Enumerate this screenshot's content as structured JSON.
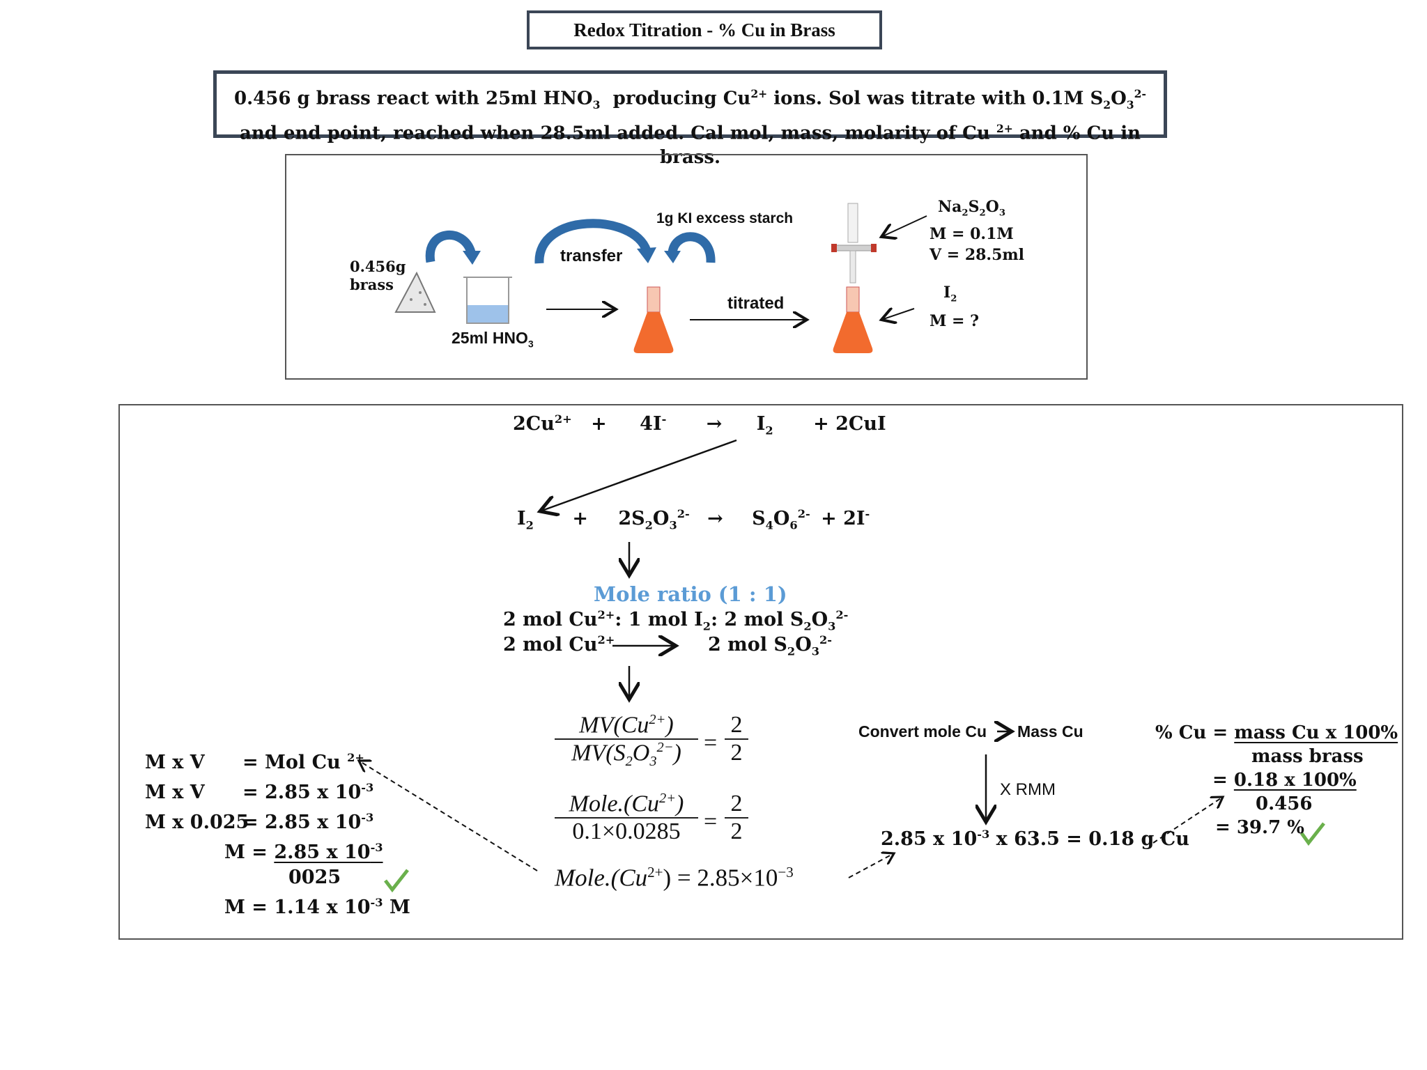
{
  "title": "Redox Titration - % Cu in Brass",
  "problem": {
    "line1_a": "0.456 g brass react with 25ml HNO",
    "line1_sub": "3",
    "line1_b": "producing Cu",
    "line1_sup": "2+",
    "line1_c": "ions. Sol was titrate with 0.1M S",
    "line1_sub2": "2",
    "line1_d": "O",
    "line1_sub3": "3",
    "line1_sup2": "2-",
    "line2_a": "and end point, reached when 28.5ml added. Cal mol, mass, molarity of Cu",
    "line2_sup": "2+",
    "line2_b": "and % Cu  in brass."
  },
  "diagram": {
    "brass_mass": "0.456g",
    "brass_label": "brass",
    "acid": "25ml HNO",
    "acid_sub": "3",
    "transfer": "transfer",
    "ki": "1g KI excess starch",
    "titrated": "titrated",
    "titrant_a": "Na",
    "titrant_s1": "2",
    "titrant_b": "S",
    "titrant_s2": "2",
    "titrant_c": "O",
    "titrant_s3": "3",
    "titrant_m": "M = 0.1M",
    "titrant_v": "V  = 28.5ml",
    "flask_i": "I",
    "flask_i_sub": "2",
    "flask_m": "M = ?"
  },
  "reactions": {
    "r1_cu": "2Cu",
    "r1_cu_sup": "2+",
    "plus": "+",
    "r1_i": "4I",
    "r1_i_sup": "-",
    "arrow": "→",
    "r1_i2": "I",
    "r1_i2_sub": "2",
    "r1_cui": "+ 2CuI",
    "r2_i2": "I",
    "r2_i2_sub": "2",
    "r2_s": "2S",
    "r2_s_sub1": "2",
    "r2_o": "O",
    "r2_o_sub": "3",
    "r2_o_sup": "2-",
    "r2_p1": "S",
    "r2_p1_sub1": "4",
    "r2_p1_o": "O",
    "r2_p1_sub2": "6",
    "r2_p1_sup": "2-",
    "r2_p2": "+ 2I",
    "r2_p2_sup": "-"
  },
  "mole_ratio": {
    "heading": "Mole ratio (1 : 1)",
    "line1_a": "2 mol Cu",
    "line1_sup": "2+",
    "line1_b": ": 1 mol I",
    "line1_sub": "2",
    "line1_c": ": 2 mol S",
    "line1_sub2": "2",
    "line1_d": "O",
    "line1_sub3": "3",
    "line1_sup2": "2-",
    "line2_a": "2 mol Cu",
    "line2_sup": "2+",
    "line2_b": "2 mol S",
    "line2_sub": "2",
    "line2_c": "O",
    "line2_sub2": "3",
    "line2_sup2": "2-"
  },
  "formulas": {
    "f1_num": "MV(Cu",
    "f1_num_sup": "2+",
    "f1_den": "MV(S",
    "f1_den_sub": "2",
    "f1_den_o": "O",
    "f1_den_sub2": "3",
    "f1_den_sup": "2−",
    "f1_r_num": "2",
    "f1_r_den": "2",
    "f2_num": "Mole.(Cu",
    "f2_num_sup": "2+",
    "f2_den": "0.1×0.0285",
    "f2_r_num": "2",
    "f2_r_den": "2",
    "equals": "=",
    "result": "Mole.(Cu",
    "result_sup": "2+",
    "result_b": ") = 2.85×10",
    "result_exp": "−3"
  },
  "molarity": {
    "l1_a": "M x V",
    "l1_b": "= Mol Cu",
    "l1_sup": "2+",
    "l2_a": "M x V",
    "l2_b": "= 2.85 x 10",
    "l2_exp": "-3",
    "l3_a": "M x 0.025",
    "l3_b": "= 2.85 x 10",
    "l3_exp": "-3",
    "l4_a": "M =",
    "l4_b": "2.85 x 10",
    "l4_exp": "-3",
    "l5": "0025",
    "l6_a": "M = 1.14 x 10",
    "l6_exp": "-3",
    "l6_b": "M"
  },
  "mass": {
    "heading_a": "Convert mole Cu",
    "heading_b": "Mass Cu",
    "rmm": "X RMM",
    "calc_a": "2.85 x 10",
    "calc_exp": "-3",
    "calc_b": "x 63.5  = 0.18 g Cu"
  },
  "percent": {
    "l1_a": "% Cu  =",
    "l1_b": "mass Cu x 100%",
    "l2": "mass brass",
    "l3_a": "=",
    "l3_b": "0.18  x 100%",
    "l4": "0.456",
    "l5": "=  39.7 %"
  },
  "colors": {
    "heading_blue": "#5b9bd5",
    "arrow_blue": "#2f6ba8",
    "flask_orange": "#f26b2e",
    "beaker_blue": "#9ec2ea",
    "check_green": "#6ab04c",
    "box_border": "#3b4656"
  },
  "icons": [
    "curved-arrow-icon",
    "brass-pile-icon",
    "beaker-icon",
    "flask-icon",
    "burette-icon",
    "check-icon"
  ]
}
